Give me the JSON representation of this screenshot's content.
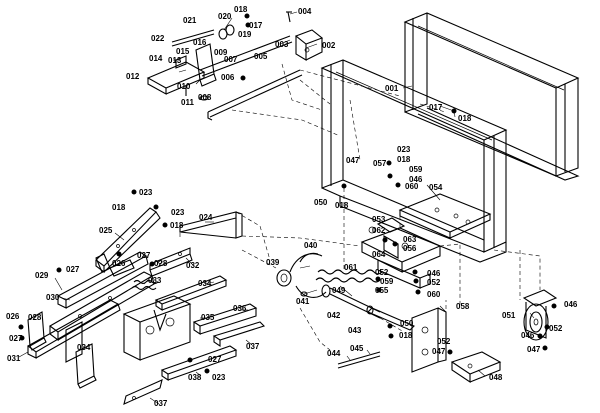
{
  "diagram": {
    "labels": [
      {
        "id": "004",
        "text": "004"
      },
      {
        "id": "018a",
        "text": "018"
      },
      {
        "id": "021",
        "text": "021"
      },
      {
        "id": "020",
        "text": "020"
      },
      {
        "id": "017a",
        "text": "017"
      },
      {
        "id": "019",
        "text": "019"
      },
      {
        "id": "003",
        "text": "003"
      },
      {
        "id": "002",
        "text": "002"
      },
      {
        "id": "022",
        "text": "022"
      },
      {
        "id": "016",
        "text": "016"
      },
      {
        "id": "015",
        "text": "015"
      },
      {
        "id": "009",
        "text": "009"
      },
      {
        "id": "014",
        "text": "014"
      },
      {
        "id": "013",
        "text": "013"
      },
      {
        "id": "007",
        "text": "007"
      },
      {
        "id": "005",
        "text": "005"
      },
      {
        "id": "012",
        "text": "012"
      },
      {
        "id": "010",
        "text": "010"
      },
      {
        "id": "006",
        "text": "006"
      },
      {
        "id": "008",
        "text": "008"
      },
      {
        "id": "011",
        "text": "011"
      },
      {
        "id": "001",
        "text": "001"
      },
      {
        "id": "017b",
        "text": "017"
      },
      {
        "id": "018b",
        "text": "018"
      },
      {
        "id": "023a",
        "text": "023"
      },
      {
        "id": "047a",
        "text": "047"
      },
      {
        "id": "057",
        "text": "057"
      },
      {
        "id": "018c",
        "text": "018"
      },
      {
        "id": "059a",
        "text": "059"
      },
      {
        "id": "046a",
        "text": "046"
      },
      {
        "id": "060a",
        "text": "060"
      },
      {
        "id": "054",
        "text": "054"
      },
      {
        "id": "050a",
        "text": "050"
      },
      {
        "id": "018d",
        "text": "018"
      },
      {
        "id": "023b",
        "text": "023"
      },
      {
        "id": "018e",
        "text": "018"
      },
      {
        "id": "023c",
        "text": "023"
      },
      {
        "id": "018f",
        "text": "018"
      },
      {
        "id": "024",
        "text": "024"
      },
      {
        "id": "025",
        "text": "025"
      },
      {
        "id": "053",
        "text": "053"
      },
      {
        "id": "062",
        "text": "062"
      },
      {
        "id": "063",
        "text": "063"
      },
      {
        "id": "056",
        "text": "056"
      },
      {
        "id": "064",
        "text": "064"
      },
      {
        "id": "040",
        "text": "040"
      },
      {
        "id": "039",
        "text": "039"
      },
      {
        "id": "027a",
        "text": "027"
      },
      {
        "id": "026a",
        "text": "026"
      },
      {
        "id": "028a",
        "text": "028"
      },
      {
        "id": "032",
        "text": "032"
      },
      {
        "id": "029",
        "text": "029"
      },
      {
        "id": "027b",
        "text": "027"
      },
      {
        "id": "033",
        "text": "033"
      },
      {
        "id": "034a",
        "text": "034"
      },
      {
        "id": "030",
        "text": "030"
      },
      {
        "id": "061",
        "text": "061"
      },
      {
        "id": "052a",
        "text": "052"
      },
      {
        "id": "059b",
        "text": "059"
      },
      {
        "id": "055",
        "text": "055"
      },
      {
        "id": "049",
        "text": "049"
      },
      {
        "id": "046b",
        "text": "046"
      },
      {
        "id": "052b",
        "text": "052"
      },
      {
        "id": "060b",
        "text": "060"
      },
      {
        "id": "041",
        "text": "041"
      },
      {
        "id": "036",
        "text": "036"
      },
      {
        "id": "058",
        "text": "058"
      },
      {
        "id": "042",
        "text": "042"
      },
      {
        "id": "035",
        "text": "035"
      },
      {
        "id": "051",
        "text": "051"
      },
      {
        "id": "046c",
        "text": "046"
      },
      {
        "id": "052c",
        "text": "052"
      },
      {
        "id": "026b",
        "text": "026"
      },
      {
        "id": "028b",
        "text": "028"
      },
      {
        "id": "027c",
        "text": "027"
      },
      {
        "id": "043",
        "text": "043"
      },
      {
        "id": "050b",
        "text": "050"
      },
      {
        "id": "018g",
        "text": "018"
      },
      {
        "id": "046d",
        "text": "046"
      },
      {
        "id": "034b",
        "text": "034"
      },
      {
        "id": "037a",
        "text": "037"
      },
      {
        "id": "044",
        "text": "044"
      },
      {
        "id": "045",
        "text": "045"
      },
      {
        "id": "052d",
        "text": "052"
      },
      {
        "id": "047b",
        "text": "047"
      },
      {
        "id": "047c",
        "text": "047"
      },
      {
        "id": "031",
        "text": "031"
      },
      {
        "id": "027d",
        "text": "027"
      },
      {
        "id": "023d",
        "text": "023"
      },
      {
        "id": "038",
        "text": "038"
      },
      {
        "id": "048",
        "text": "048"
      },
      {
        "id": "037b",
        "text": "037"
      }
    ]
  }
}
